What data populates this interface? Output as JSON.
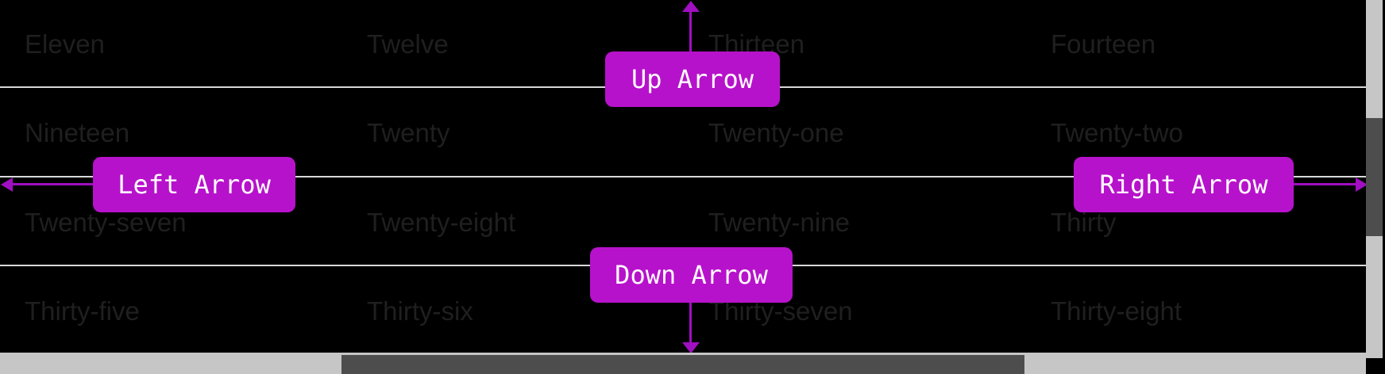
{
  "theme": {
    "bg": "#000000",
    "grid-text": "#1f1f1f",
    "separator": "#d9d9d9",
    "button-bg": "#b712cb",
    "button-text": "#ffffff",
    "arrow": "#a00fc0",
    "scrollbar-track": "#c6c6c6",
    "scrollbar-thumb": "#4d4d4d"
  },
  "grid": {
    "rows": [
      {
        "cells": [
          "Eleven",
          "Twelve",
          "Thirteen",
          "Fourteen"
        ]
      },
      {
        "cells": [
          "Nineteen",
          "Twenty",
          "Twenty-one",
          "Twenty-two"
        ]
      },
      {
        "cells": [
          "Twenty-seven",
          "Twenty-eight",
          "Twenty-nine",
          "Thirty"
        ]
      },
      {
        "cells": [
          "Thirty-five",
          "Thirty-six",
          "Thirty-seven",
          "Thirty-eight"
        ]
      }
    ]
  },
  "overlay": {
    "up_label": "Up Arrow",
    "down_label": "Down Arrow",
    "left_label": "Left Arrow",
    "right_label": "Right Arrow"
  }
}
